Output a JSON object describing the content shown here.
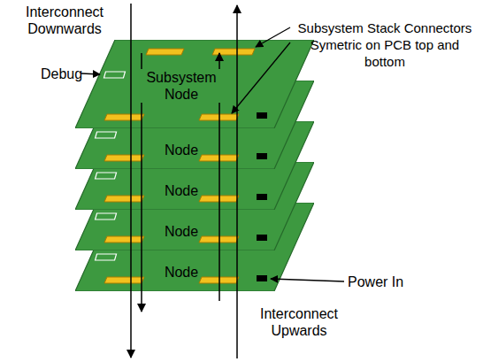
{
  "diagram": {
    "nodes": [
      {
        "text": [
          "Subsystem Node"
        ]
      },
      {
        "text": [
          "Node"
        ]
      },
      {
        "text": [
          "Node"
        ]
      },
      {
        "text": [
          "Node"
        ]
      },
      {
        "text": [
          "Node"
        ]
      }
    ],
    "labels": [
      "Interconnect Downwards",
      "Debug",
      "Subsystem Stack Connectors Symetric on PCB top and bottom",
      "Power In",
      "Interconnect Upwards"
    ]
  }
}
